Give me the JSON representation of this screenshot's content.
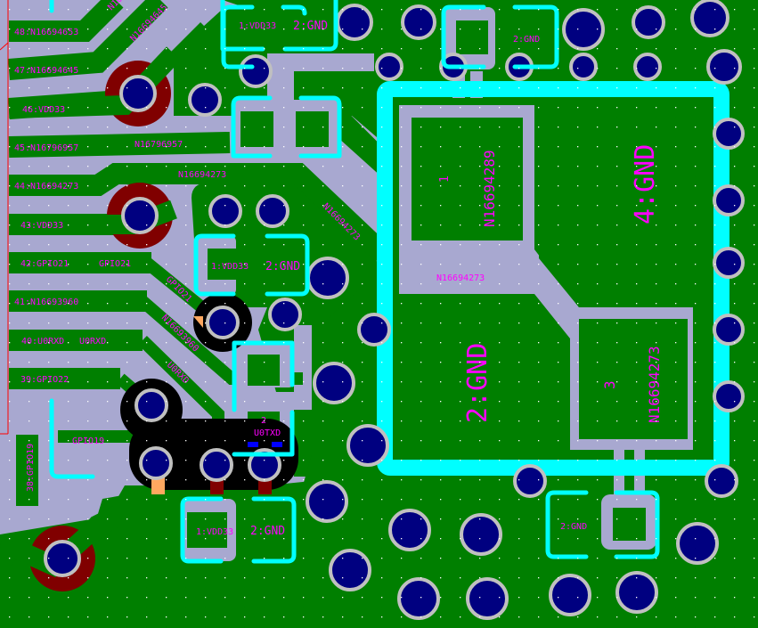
{
  "colors": {
    "copper": "#007f00",
    "clearance": "#a8a8d0",
    "via": "#000080",
    "via_ring": "#c0c0c0",
    "silkscreen": "#00ffff",
    "text": "#ff00ff",
    "thermal": "#800000"
  },
  "pins": [
    {
      "label": "48:N16694653"
    },
    {
      "label": "47:N16694645"
    },
    {
      "label": "46:VDD33"
    },
    {
      "label": "45:N16796957"
    },
    {
      "label": "44:N16694273"
    },
    {
      "label": "43:VDD33"
    },
    {
      "label": "42:GPIO21"
    },
    {
      "label": "41:N16693960"
    },
    {
      "label": "40:U0RXD"
    },
    {
      "label": "39:GPIO22"
    },
    {
      "label": "38:GPIO19"
    }
  ],
  "nets": {
    "n_top": "N16694653",
    "n645": "N16694645",
    "n957": "N16796957",
    "n273a": "N16694273",
    "n273b": "N16694273",
    "n273c": "N16694273",
    "gpio21a": "GPIO21",
    "gpio21b": "GPIO21",
    "n960": "N16693960",
    "u0rxd_a": "U0RXD",
    "u0rxd_b": "U0RXD",
    "gpio19": "GPIO19"
  },
  "pads": {
    "c1_p1": "1:VDD33",
    "c1_p2": "2:GND",
    "c2_p1": "1:VDD33",
    "c2_p2": "2:GND",
    "c3_p2": "2",
    "c3_net": "U0TXD",
    "c4_p1": "1:VDD33",
    "c4_p2": "2:GND",
    "c5_p2": "2:GND",
    "c6_p2": "2:GND"
  },
  "component": {
    "pad1_num": "1",
    "pad1_net": "N16694289",
    "pad4": "4:GND",
    "pad2": "2:GND",
    "pad3_num": "3",
    "pad3_net": "N16694273"
  }
}
